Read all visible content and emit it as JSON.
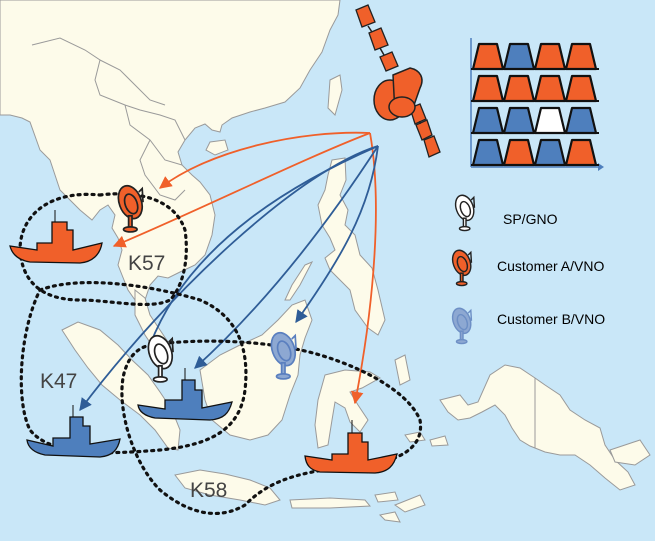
{
  "diagram": {
    "title": "Satellite beams serving maritime customers in Southeast Asia",
    "colors": {
      "sea": "#c9e7f8",
      "land": "#fdfbea",
      "customer_a": "#f0602a",
      "customer_b": "#4e7fbd",
      "sp_gno": "#ffffff",
      "beam_a": "#f0602a",
      "beam_b": "#2f5d97"
    },
    "zones": [
      {
        "id": "K57",
        "label": "K57"
      },
      {
        "id": "K47",
        "label": "K47"
      },
      {
        "id": "K58",
        "label": "K58"
      }
    ],
    "legend": {
      "items": [
        {
          "icon": "dish-white-icon",
          "label": "SP/GNO"
        },
        {
          "icon": "dish-orange-icon",
          "label": "Customer A/VNO"
        },
        {
          "icon": "dish-blue-icon",
          "label": "Customer B/VNO"
        }
      ]
    },
    "carrier_grid": {
      "rows": [
        [
          "A",
          "B",
          "A",
          "A"
        ],
        [
          "A",
          "A",
          "A",
          "A"
        ],
        [
          "B",
          "B",
          "SP",
          "B"
        ],
        [
          "B",
          "A",
          "B",
          "A"
        ]
      ]
    },
    "ships": [
      {
        "owner": "Customer A",
        "zone": "K57"
      },
      {
        "owner": "Customer B",
        "zone": "K47"
      },
      {
        "owner": "Customer B",
        "zone": "K47/K58"
      },
      {
        "owner": "Customer A",
        "zone": "K58"
      }
    ],
    "ground_stations": [
      {
        "owner": "Customer A",
        "location": "Thailand"
      },
      {
        "owner": "SP/GNO",
        "location": "Singapore"
      },
      {
        "owner": "Customer B",
        "location": "Borneo"
      }
    ]
  }
}
